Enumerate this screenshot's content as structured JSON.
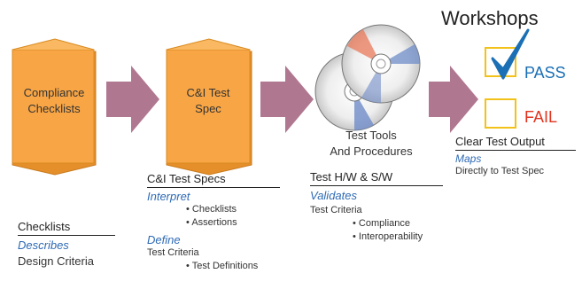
{
  "colors": {
    "folder_fill": "#f7a545",
    "folder_stroke": "#d98a20",
    "arrow": "#b07890",
    "check": "#1a6fb5",
    "pass_text": "#1a6fb5",
    "fail_text": "#e2331f",
    "box_stroke": "#f2c21a",
    "link_blue": "#2e6ab5"
  },
  "header": {
    "workshops": "Workshops"
  },
  "folders": {
    "compliance": {
      "line1": "Compliance",
      "line2": "Checklists"
    },
    "spec": {
      "line1": "C&I Test",
      "line2": "Spec"
    }
  },
  "tools": {
    "line1": "Test Tools",
    "line2": "And Procedures"
  },
  "results": {
    "pass": "PASS",
    "fail": "FAIL"
  },
  "checklists_col": {
    "title": "Checklists",
    "verb": "Describes",
    "desc": "Design Criteria"
  },
  "specs_col": {
    "title": "C&I Test Specs",
    "verb1": "Interpret",
    "bullets1": [
      "Checklists",
      "Assertions"
    ],
    "verb2": "Define",
    "desc2": "Test Criteria",
    "bullets2": [
      "Test Definitions"
    ]
  },
  "hw_col": {
    "title": "Test H/W & S/W",
    "verb": "Validates",
    "desc": "Test Criteria",
    "bullets": [
      "Compliance",
      "Interoperability"
    ]
  },
  "output_col": {
    "title": "Clear Test Output",
    "verb": "Maps",
    "desc": "Directly to Test Spec"
  },
  "icons": {
    "check": "check-mark-icon",
    "cd": "cd-disc-icon",
    "folder": "folder-icon",
    "arrow": "right-arrow-icon"
  }
}
